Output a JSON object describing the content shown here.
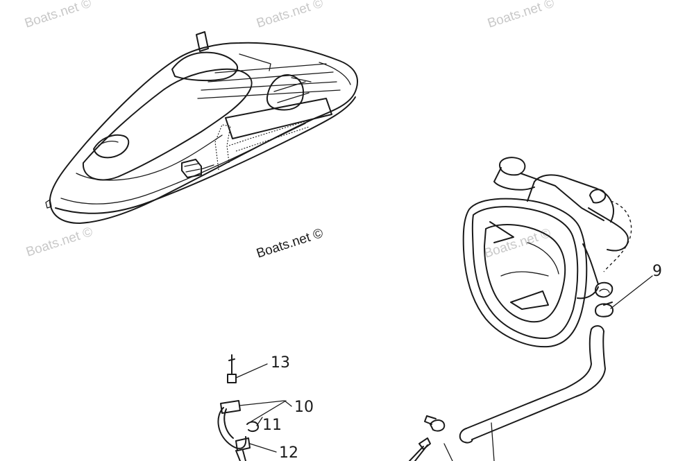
{
  "watermarks": {
    "top_left": "Boats.net ©",
    "top_center": "Boats.net ©",
    "top_right": "Boats.net ©",
    "mid_left": "Boats.net ©",
    "center": "Boats.net ©",
    "right_faint": "Boats.net ©"
  },
  "callouts": [
    {
      "id": "9",
      "label": "9"
    },
    {
      "id": "10",
      "label": "10"
    },
    {
      "id": "11",
      "label": "11"
    },
    {
      "id": "12",
      "label": "12"
    },
    {
      "id": "13",
      "label": "13"
    }
  ],
  "colors": {
    "ink": "#1a1a1a",
    "watermark": "#c8c8c8",
    "background": "#ffffff"
  }
}
